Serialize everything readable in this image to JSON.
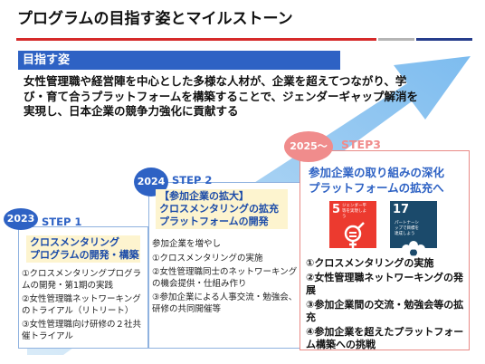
{
  "slide": {
    "title": "プログラムの目指す姿とマイルストーン",
    "goal_heading": "目指す姿",
    "goal_text": "女性管理職や経営陣を中心とした多様な人材が、企業を超えてつながり、学び・育て合うプラットフォームを構築することで、ジェンダーギャップ解消を実現し、日本企業の競争力強化に貢献する"
  },
  "steps": [
    {
      "year": "2023",
      "step": "STEP 1",
      "highlight": "クロスメンタリング\nプログラムの開発・構築",
      "items": [
        "①クロスメンタリングプログラムの開発・第1期の実践",
        "②女性管理職ネットワーキングのトライアル（リトリート）",
        "③女性管理職向け研修の２社共催トライアル"
      ]
    },
    {
      "year": "2024",
      "step": "STEP 2",
      "highlight": "【参加企業の拡大】\nクロスメンタリングの拡充\nプラットフォームの開発",
      "intro": "参加企業を増やし",
      "items": [
        "①クロスメンタリングの実施",
        "②女性管理職同士のネットワーキングの機会提供・仕組み作り",
        "③参加企業による人事交流・勉強会、研修の共同開催等"
      ]
    },
    {
      "year": "2025～",
      "step": "STEP3",
      "heading": "参加企業の取り組みの深化\nプラットフォームの拡充へ",
      "items": [
        "①クロスメンタリングの実施",
        "②女性管理職ネットワーキングの発展",
        "③参加企業間の交流・勉強会等の拡充",
        "④参加企業を超えたプラットフォーム構築への挑戦"
      ]
    }
  ],
  "sdgs": [
    {
      "number": "5",
      "label": "ジェンダー平等を実現しよう",
      "color": "#ec3a2f",
      "icon": "gender-equality-icon"
    },
    {
      "number": "17",
      "label": "パートナーシップで目標を達成しよう",
      "color": "#1b4a6b",
      "icon": "partnership-flower-icon"
    }
  ],
  "colors": {
    "accent_blue": "#2e62c4",
    "accent_red": "#d62a2a",
    "step3_pink": "#f08c8c",
    "highlight_yellow": "#fdf4cf",
    "arrow_blue": "#8cc4f0"
  }
}
